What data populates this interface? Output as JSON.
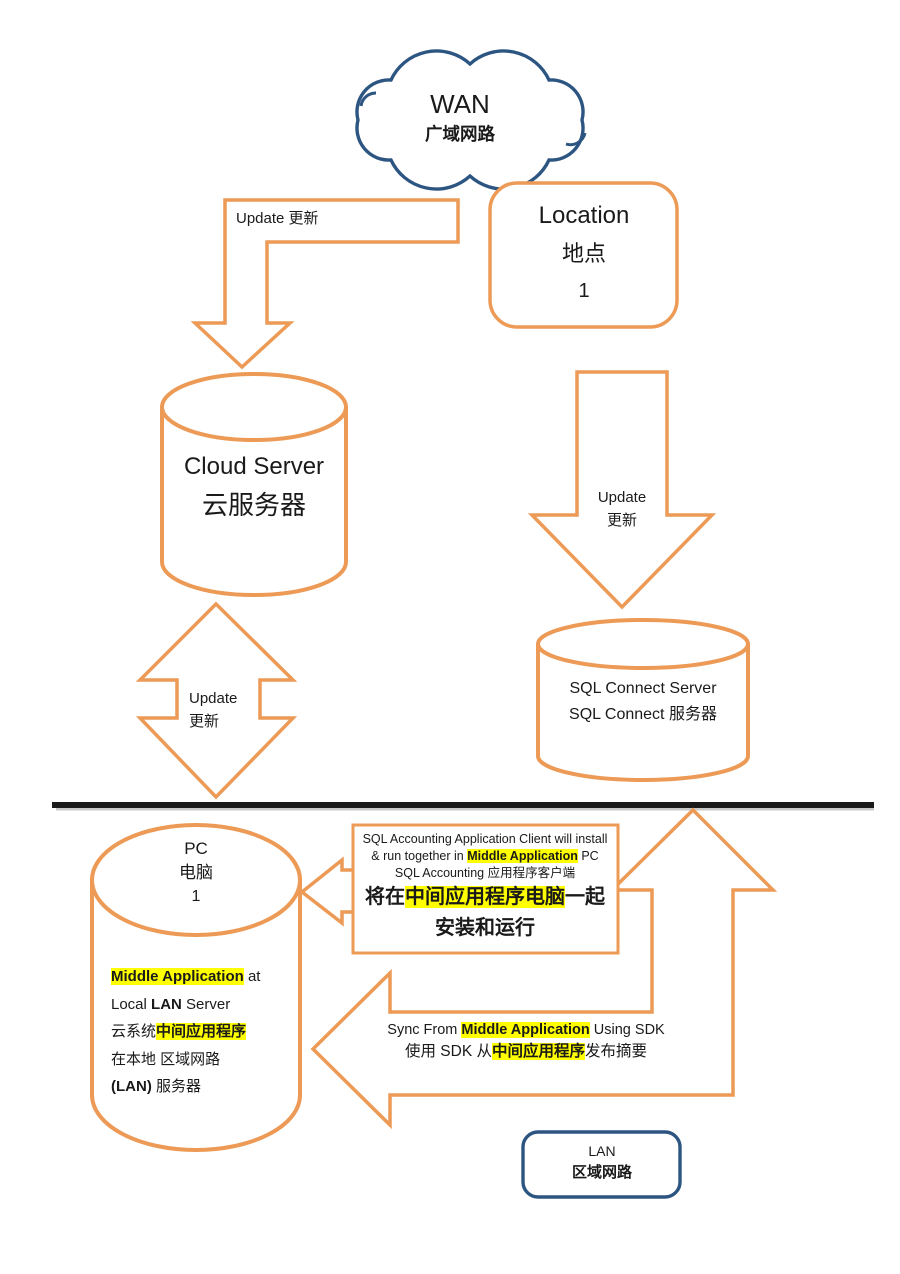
{
  "colors": {
    "accent_orange": "#EC9A55",
    "accent_blue": "#2D5582",
    "highlight_yellow": "#FFFF00",
    "divider_black": "#1A1A1A"
  },
  "wan_cloud": {
    "title": "WAN",
    "subtitle": "广域网路"
  },
  "location_box": {
    "title": "Location",
    "subtitle": "地点",
    "number": "1"
  },
  "update_arrow_top": {
    "label": "Update 更新"
  },
  "cloud_server": {
    "title": "Cloud Server",
    "subtitle": "云服务器"
  },
  "update_arrow_right": {
    "line1": "Update",
    "line2": "更新"
  },
  "update_arrow_mid": {
    "line1": "Update",
    "line2": "更新"
  },
  "sql_connect_server": {
    "line1": "SQL Connect Server",
    "line2": "SQL Connect 服务器"
  },
  "pc_cylinder": {
    "title": "PC",
    "subtitle": "电脑",
    "number": "1",
    "body": {
      "line1_hl": "Middle Application",
      "line1_rest": " at",
      "line2_pre": "Local ",
      "line2_bold": "LAN",
      "line2_post": " Server",
      "line3_pre": "云系统",
      "line3_hl": "中间应用程序",
      "line4": "在本地 区域网路",
      "line5_bold": "(LAN)",
      "line5_post": " 服务器"
    }
  },
  "install_note": {
    "en1": "SQL Accounting Application Client will install",
    "en2_pre": "& run together in ",
    "en2_hl": "Middle Application",
    "en2_post": " PC",
    "en3": "SQL Accounting 应用程序客户端",
    "zh1_pre": "将在",
    "zh1_hl": "中间应用程序电脑",
    "zh1_post": "一起",
    "zh2": "安装和运行"
  },
  "sync_arrow": {
    "line1_pre": "Sync From ",
    "line1_hl": "Middle Application",
    "line1_post": " Using SDK",
    "line2_pre": "使用 SDK 从",
    "line2_hl": "中间应用程序",
    "line2_post": "发布摘要"
  },
  "lan_box": {
    "title": "LAN",
    "subtitle": "区域网路"
  }
}
